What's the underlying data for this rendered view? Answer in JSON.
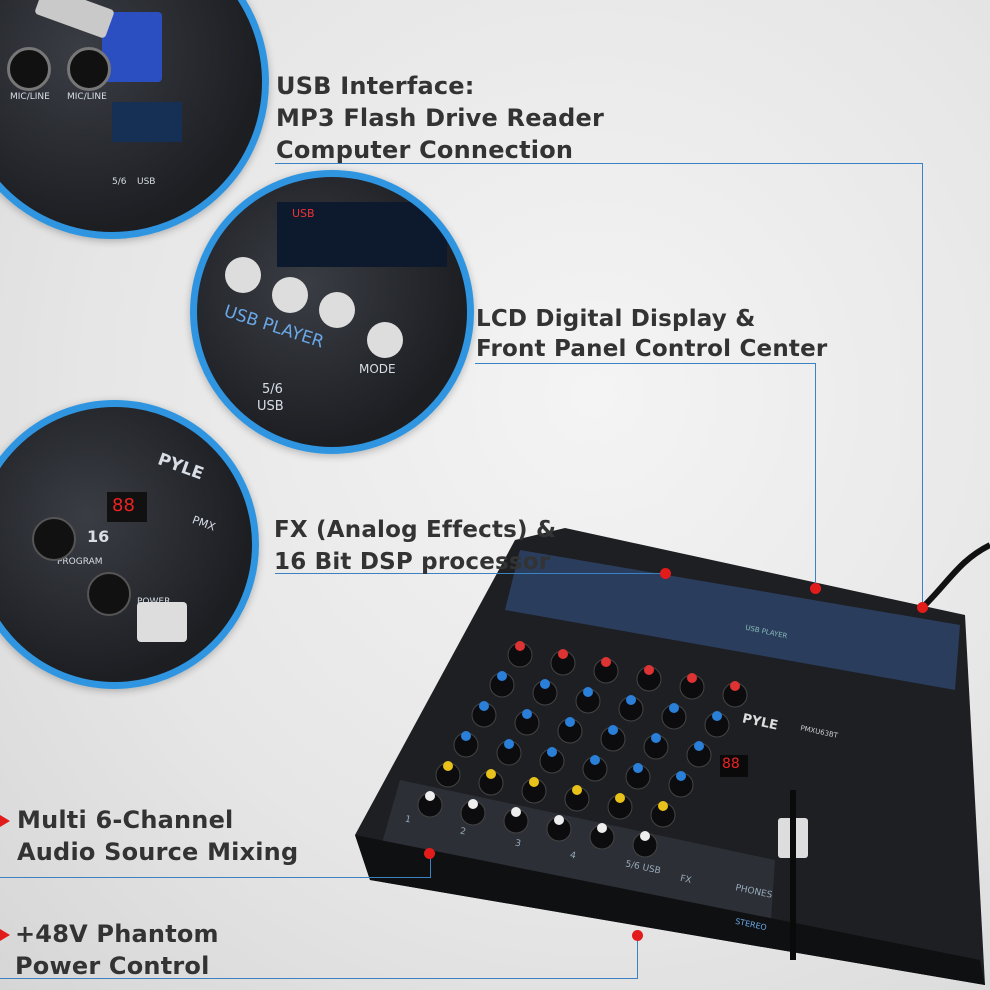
{
  "callouts": [
    {
      "lines": [
        "USB Interface:",
        "MP3 Flash Drive Reader",
        "Computer Connection"
      ]
    },
    {
      "lines": [
        "LCD Digital Display &",
        "Front Panel Control Center"
      ]
    },
    {
      "lines": [
        "FX (Analog Effects) &",
        "16 Bit DSP processor"
      ]
    },
    {
      "lines": [
        "Multi 6-Channel",
        "Audio Source Mixing"
      ]
    },
    {
      "lines": [
        "+48V Phantom",
        "Power Control"
      ]
    }
  ],
  "circle_usb": {
    "labels": [
      "MIC/LINE",
      "MIC/LINE",
      "5/6",
      "USB"
    ]
  },
  "circle_lcd": {
    "display": "USB",
    "panel": "USB PLAYER",
    "mode": "MODE",
    "port": "5/6",
    "usb": "USB"
  },
  "circle_fx": {
    "brand": "PYLE",
    "model": "PMX",
    "dsp": "16",
    "program": "PROGRAM",
    "power": "POWER",
    "display": "88"
  },
  "mixer": {
    "brand": "PYLE",
    "model": "PMXU63BT",
    "channels": [
      "1",
      "2",
      "3",
      "4",
      "5/6 USB",
      "FX",
      "PHONES"
    ],
    "stereo": "STEREO",
    "display": "88",
    "usb_player": "USB PLAYER"
  },
  "colors": {
    "accent": "#2f95e0",
    "line": "#3b82c4",
    "marker": "#e21b1b",
    "text": "#333333"
  }
}
